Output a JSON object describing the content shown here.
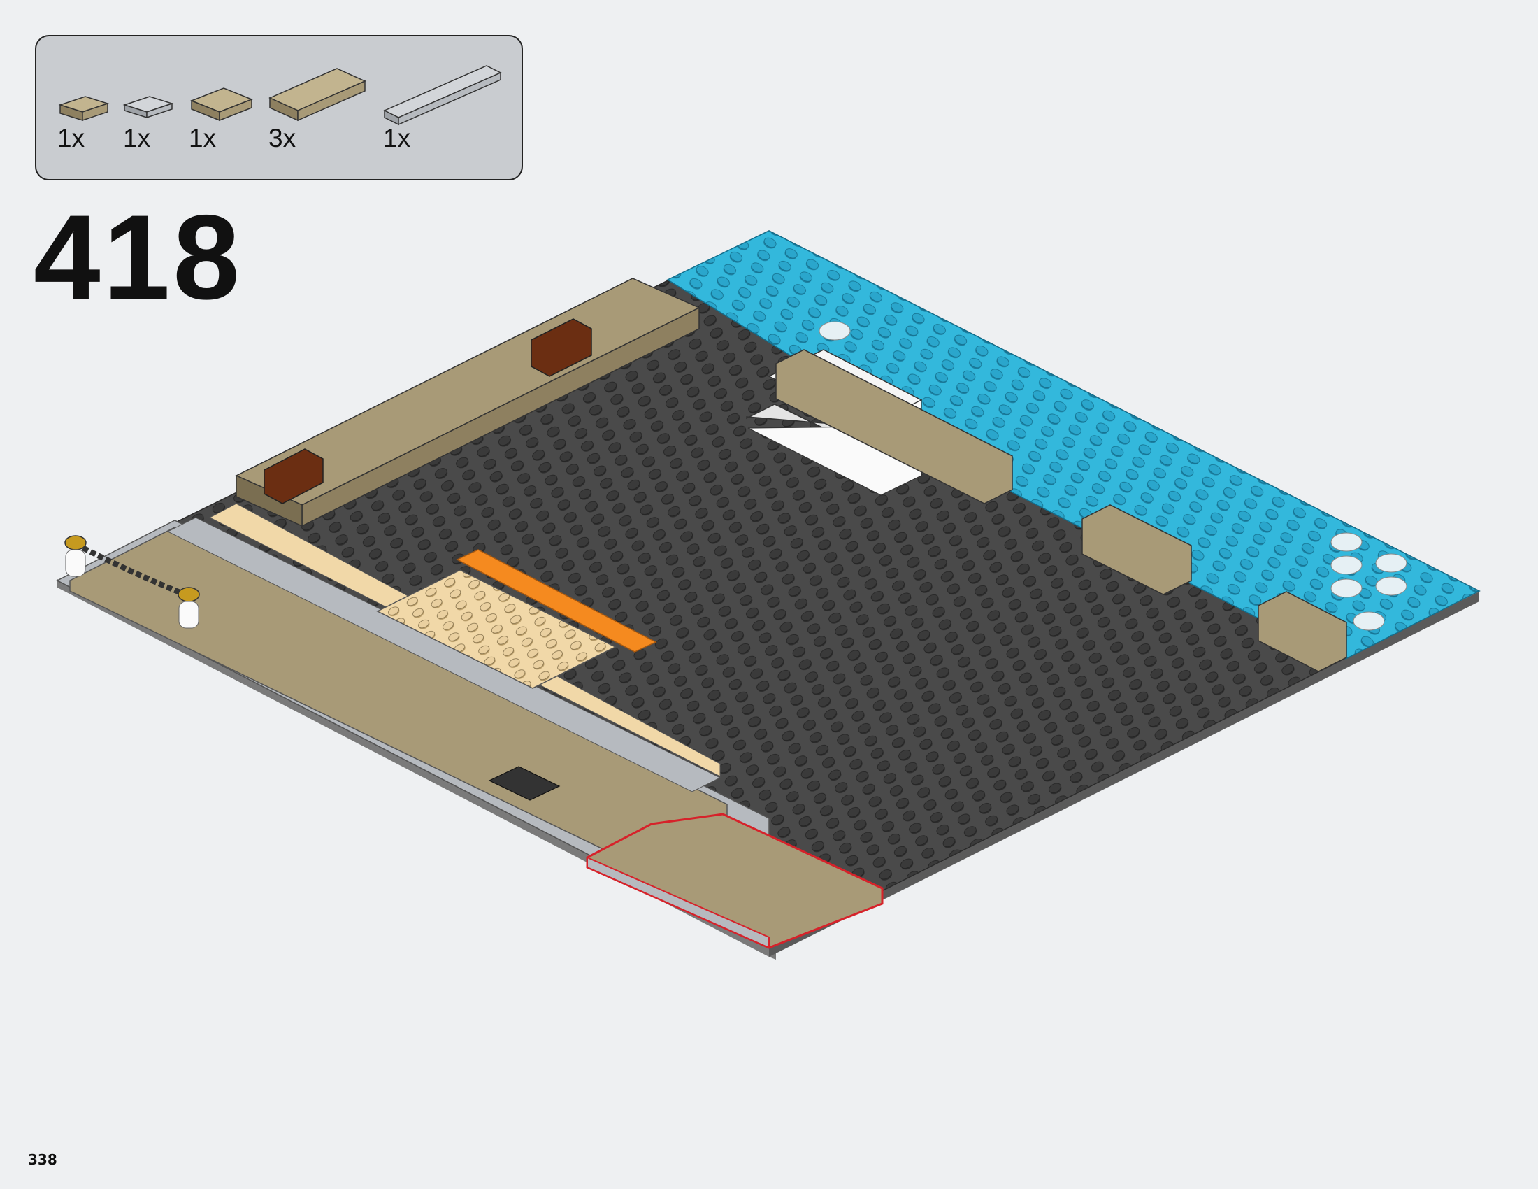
{
  "step": {
    "number": "418"
  },
  "page": {
    "number": "338"
  },
  "parts_list": {
    "items": [
      {
        "name": "tan-tile-1x2",
        "color": "#a89a77",
        "qty": "1x"
      },
      {
        "name": "gray-tile-1x2",
        "color": "#b6babf",
        "qty": "1x"
      },
      {
        "name": "tan-tile-2x2",
        "color": "#a89a77",
        "qty": "1x"
      },
      {
        "name": "tan-tile-2x4",
        "color": "#a89a77",
        "qty": "3x"
      },
      {
        "name": "gray-tile-1x8",
        "color": "#b6babf",
        "qty": "1x"
      }
    ]
  },
  "colors": {
    "page_background": "#eef0f2",
    "baseplate": "#4a4a4a",
    "water": "#33b8dc",
    "dark_tan": "#a89a77",
    "tan": "#f1d8a8",
    "light_gray": "#b6babf",
    "highlight": "#d6222a",
    "orange": "#f58a1f"
  }
}
